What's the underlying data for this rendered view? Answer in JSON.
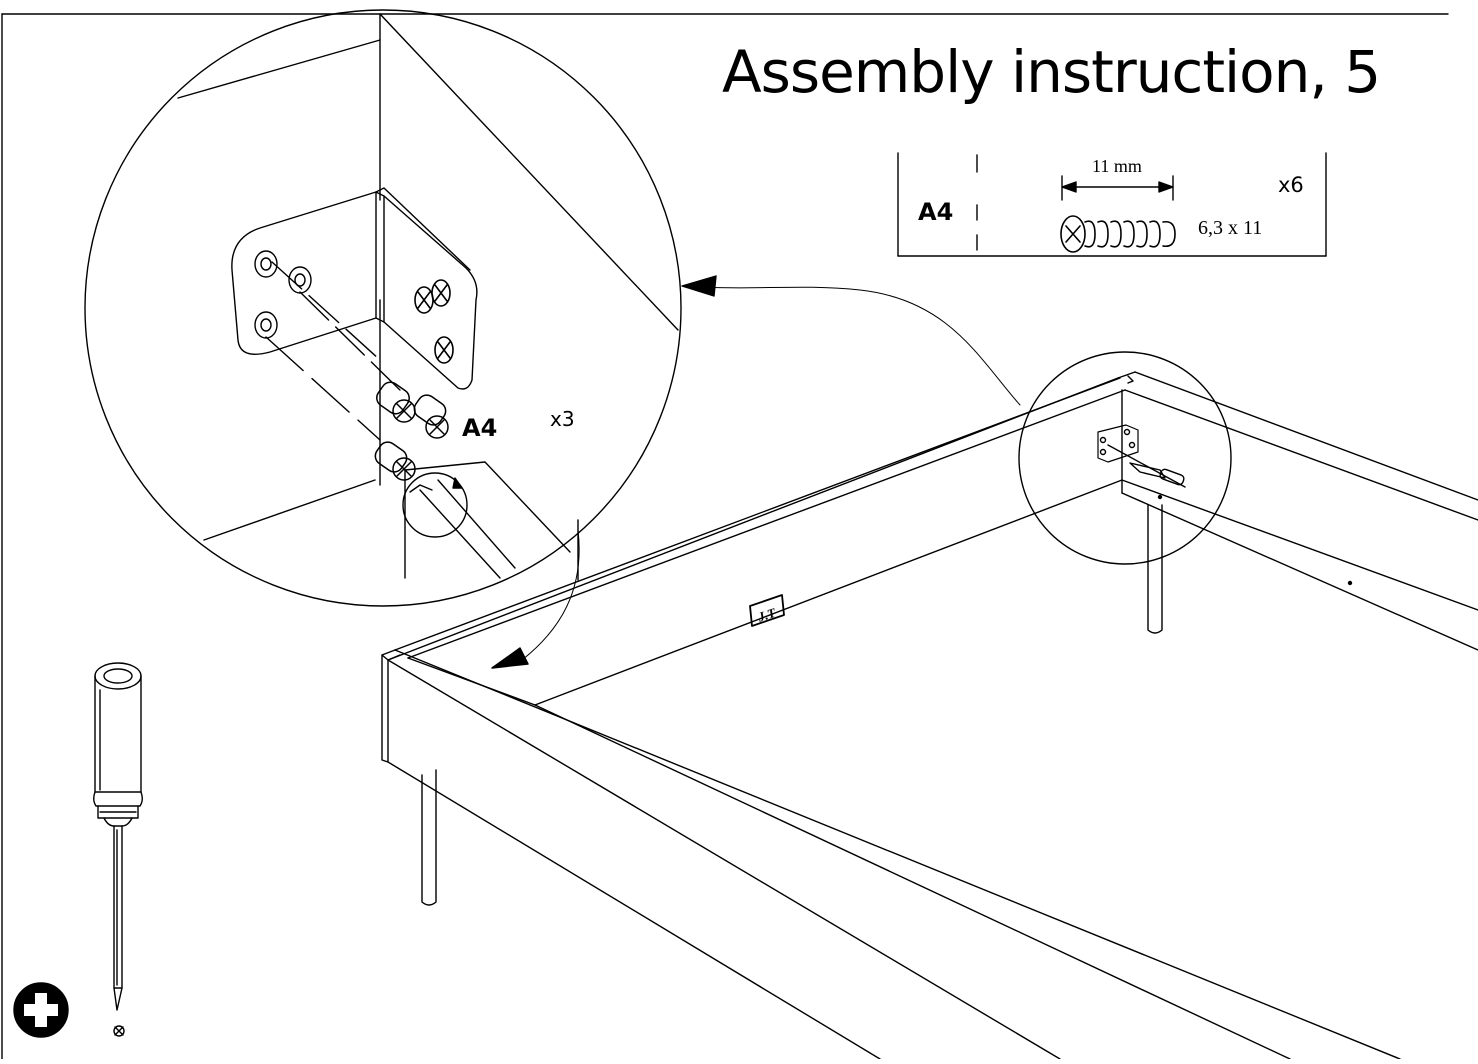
{
  "title": "Assembly instruction, 5",
  "parts_box": {
    "part_id": "A4",
    "length_label": "11 mm",
    "quantity": "x6",
    "dimension": "6,3 x 11"
  },
  "detail": {
    "part_label": "A4",
    "quantity": "x3"
  },
  "frame_sticker": "J.T",
  "tool": "phillips-screwdriver-icon",
  "colors": {
    "ink": "#000000",
    "paper": "#ffffff"
  }
}
